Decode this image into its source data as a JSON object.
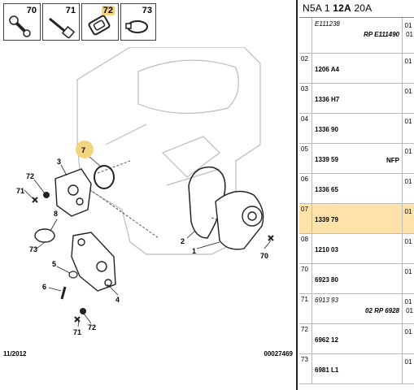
{
  "legend": [
    {
      "num": "70",
      "icon": "screw-washer-icon",
      "highlight": false
    },
    {
      "num": "71",
      "icon": "bolt-icon",
      "highlight": false
    },
    {
      "num": "72",
      "icon": "gasket-icon",
      "highlight": true
    },
    {
      "num": "73",
      "icon": "hose-clamp-icon",
      "highlight": false
    }
  ],
  "diagram": {
    "callouts": [
      "7",
      "3",
      "72",
      "71",
      "8",
      "73",
      "5",
      "6",
      "71",
      "72",
      "4",
      "2",
      "1",
      "70"
    ],
    "footer_date": "11/2012",
    "footer_ref": "00027469"
  },
  "parts": {
    "header": {
      "p1": "N5A",
      "p2": "1",
      "p3": "12A",
      "p4": "20A"
    },
    "rows": [
      {
        "idx": "",
        "code": "E111238",
        "code_italic": true,
        "sub": "RP E111490",
        "sub_italic": true,
        "qty": "01",
        "qty2": "01",
        "selected": false
      },
      {
        "idx": "02",
        "code": "1206 A4",
        "sub": "",
        "qty": "01",
        "selected": false
      },
      {
        "idx": "03",
        "code": "1336 H7",
        "sub": "",
        "qty": "01",
        "selected": false
      },
      {
        "idx": "04",
        "code": "1336 90",
        "sub": "",
        "qty": "01",
        "selected": false
      },
      {
        "idx": "05",
        "code": "1339 59",
        "sub": "NFP",
        "qty": "01",
        "selected": false
      },
      {
        "idx": "06",
        "code": "1336 65",
        "sub": "",
        "qty": "01",
        "selected": false
      },
      {
        "idx": "07",
        "code": "1339 79",
        "sub": "",
        "qty": "01",
        "selected": true
      },
      {
        "idx": "08",
        "code": "1210 03",
        "sub": "",
        "qty": "01",
        "selected": false
      },
      {
        "idx": "70",
        "code": "6923 80",
        "sub": "",
        "qty": "01",
        "selected": false
      },
      {
        "idx": "71",
        "code": "6913 93",
        "code_italic": true,
        "sub": "02 RP 6928",
        "sub_italic": true,
        "qty": "01",
        "qty2": "01",
        "selected": false
      },
      {
        "idx": "72",
        "code": "6962 12",
        "sub": "",
        "qty": "01",
        "selected": false
      },
      {
        "idx": "73",
        "code": "6981 L1",
        "sub": "",
        "qty": "01",
        "selected": false
      }
    ]
  },
  "colors": {
    "highlight": "#f5d27d",
    "selected_row": "#fde2a9",
    "line": "#333333"
  }
}
